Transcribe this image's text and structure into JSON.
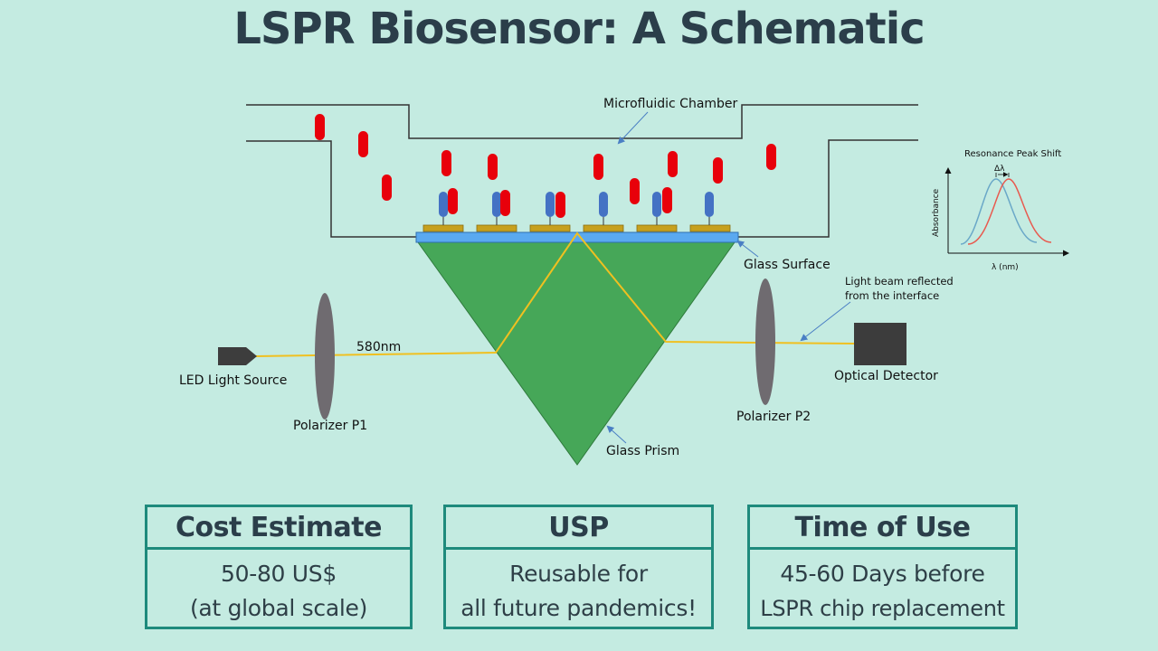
{
  "title": "LSPR Biosensor: A Schematic",
  "diagram": {
    "labels": {
      "chamber": "Microfluidic Chamber",
      "glass_surface": "Glass Surface",
      "reflected_line1": "Light beam reflected",
      "reflected_line2": "from the interface",
      "led": "LED Light Source",
      "wavelength": "580nm",
      "polarizer1": "Polarizer P1",
      "polarizer2": "Polarizer P2",
      "detector": "Optical Detector",
      "prism": "Glass Prism"
    },
    "inset": {
      "title": "Resonance Peak Shift",
      "delta": "Δλ",
      "ylabel": "Absorbance",
      "xlabel": "λ (nm)"
    },
    "colors": {
      "background": "#c4ebe1",
      "prism": "#46a758",
      "glass_surface": "#5aa9f0",
      "nanoparticle": "#c7a01e",
      "antibody": "#4472c4",
      "virus": "#e8000b",
      "light_beam": "#f0c020",
      "polarizer": "#6f6b70",
      "detector": "#3c3c3c",
      "card_border": "#1e8a7c",
      "curve_before": "#6aa8c8",
      "curve_after": "#e85a4f"
    }
  },
  "cards": [
    {
      "heading": "Cost Estimate",
      "line1": "50-80 US$",
      "line2": "(at global scale)"
    },
    {
      "heading": "USP",
      "line1": "Reusable for",
      "line2": "all future pandemics!"
    },
    {
      "heading": "Time of Use",
      "line1": "45-60 Days before",
      "line2": "LSPR chip replacement"
    }
  ]
}
